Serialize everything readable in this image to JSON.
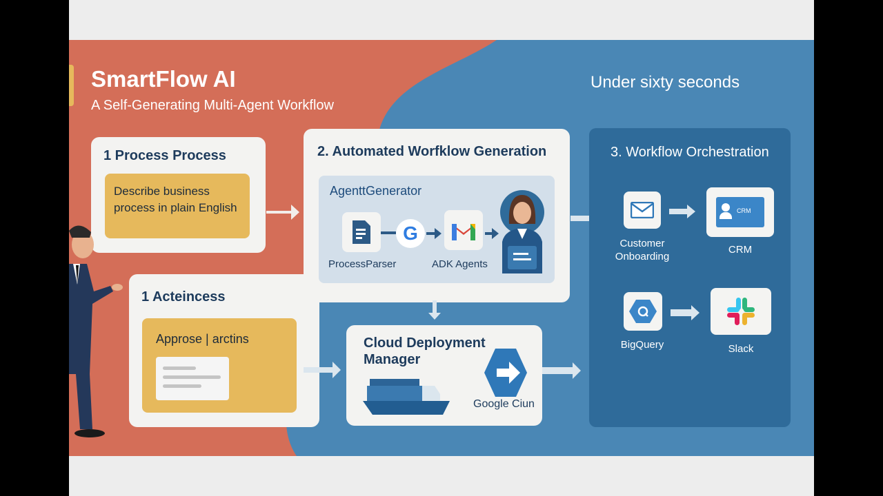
{
  "header": {
    "title": "SmartFlow AI",
    "subtitle": "A Self-Generating Multi-Agent Workflow",
    "tagline": "Under sixty seconds"
  },
  "step1": {
    "title": "1  Process Process",
    "text_line1": "Describe business",
    "text_line2": "process in plain English"
  },
  "step1b": {
    "title": "1 Acteincess",
    "box_label": "Approse |  arctins"
  },
  "step2": {
    "title": "2. Automated Worfklow Generation",
    "panel_title": "AgenttGenerator",
    "items": [
      {
        "label": "ProcessParser",
        "icon": "document-icon"
      },
      {
        "label": "",
        "icon": "google-g-icon"
      },
      {
        "label": "ADK Agents",
        "icon": "gmail-m-icon"
      }
    ]
  },
  "deploy": {
    "title_line1": "Cloud Deployment",
    "title_line2": "Manager",
    "service": "Google Ciun"
  },
  "step3": {
    "title": "3. Workflow Orchestration",
    "items": [
      {
        "label_line1": "Customer",
        "label_line2": "Onboarding",
        "icon": "mail-icon"
      },
      {
        "label": "CRM",
        "badge": "CRM",
        "icon": "crm-card-icon"
      },
      {
        "label": "BigQuery",
        "icon": "bigquery-icon"
      },
      {
        "label": "Slack",
        "icon": "slack-icon"
      }
    ]
  },
  "colors": {
    "orange": "#d46e58",
    "blue": "#4a87b5",
    "dark_blue": "#2f6b9a",
    "navy": "#1d3b5c",
    "yellow": "#e6b95c"
  }
}
